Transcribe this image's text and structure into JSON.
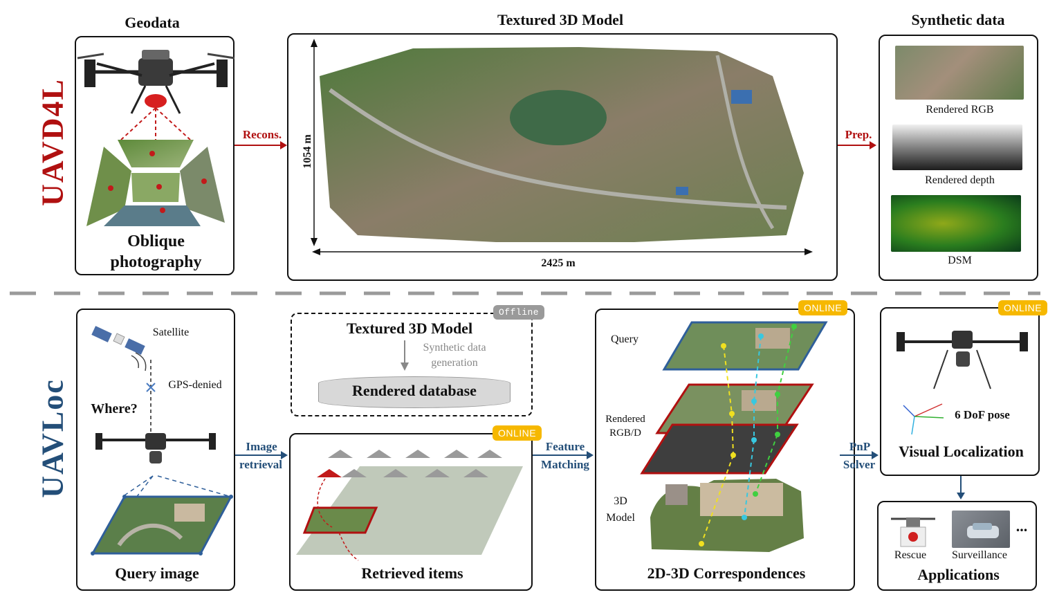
{
  "top": {
    "side_label": "UAVD4L",
    "geodata": {
      "title": "Geodata",
      "caption_line1": "Oblique",
      "caption_line2": "photography"
    },
    "recons_label": "Recons.",
    "model": {
      "title": "Textured 3D Model",
      "height_label": "1054 m",
      "width_label": "2425 m"
    },
    "prep_label": "Prep.",
    "synthetic": {
      "title": "Synthetic data",
      "rgb_label": "Rendered RGB",
      "depth_label": "Rendered depth",
      "dsm_label": "DSM"
    }
  },
  "bottom": {
    "side_label": "UAVLoc",
    "query": {
      "satellite_label": "Satellite",
      "gps_label": "GPS-denied",
      "where_label": "Where?",
      "caption": "Query image"
    },
    "image_retrieval_line1": "Image",
    "image_retrieval_line2": "retrieval",
    "offline": {
      "badge": "Offline",
      "title": "Textured 3D Model",
      "synth_line1": "Synthetic data",
      "synth_line2": "generation",
      "db_label": "Rendered database"
    },
    "retrieved": {
      "badge": "ONLINE",
      "caption": "Retrieved items"
    },
    "feature_matching_line1": "Feature",
    "feature_matching_line2": "Matching",
    "correspondences": {
      "badge": "ONLINE",
      "query_label": "Query",
      "rendered_line1": "Rendered",
      "rendered_line2": "RGB/D",
      "model_line1": "3D",
      "model_line2": "Model",
      "caption": "2D-3D Correspondences"
    },
    "pnp_line1": "PnP",
    "pnp_line2": "Solver",
    "localization": {
      "badge": "ONLINE",
      "pose_label": "6 DoF pose",
      "caption": "Visual Localization"
    },
    "applications": {
      "rescue_label": "Rescue",
      "surveillance_label": "Surveillance",
      "ellipsis": "...",
      "caption": "Applications"
    }
  },
  "colors": {
    "red_accent": "#b01010",
    "blue_accent": "#234e78",
    "online_badge": "#f6b800",
    "offline_badge": "#9a9a9a",
    "divider": "#9a9a9a"
  }
}
